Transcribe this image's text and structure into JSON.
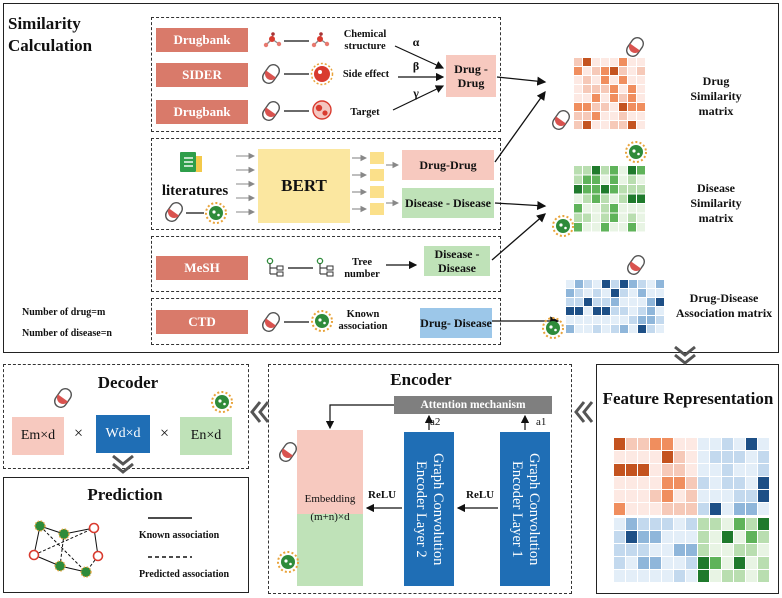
{
  "similarity": {
    "title": "Similarity Calculation",
    "drugbank1": "Drugbank",
    "sider": "SIDER",
    "drugbank2": "Drugbank",
    "chemical_structure": "Chemical structure",
    "side_effect": "Side effect",
    "target": "Target",
    "alpha": "α",
    "beta": "β",
    "gamma": "γ",
    "drug_drug": "Drug -Drug",
    "literatures": "literatures",
    "bert": "BERT",
    "bert_drug_drug": "Drug-Drug",
    "bert_disease_disease": "Disease - Disease",
    "mesh": "MeSH",
    "tree_number": "Tree number",
    "mesh_disease_disease": "Disease -Disease",
    "ctd": "CTD",
    "known_association": "Known association",
    "ctd_drug_disease": "Drug- Disease",
    "num_drug": "Number of drug=m",
    "num_disease": "Number of disease=n"
  },
  "matrices": {
    "drug_title": "Drug Similarity matrix",
    "disease_title": "Disease Similarity matrix",
    "assoc_title": "Drug-Disease Association matrix"
  },
  "decoder": {
    "title": "Decoder",
    "e_md": "Em×d",
    "w_dd": "Wd×d",
    "e_nd": "En×d",
    "times": "×"
  },
  "prediction": {
    "title": "Prediction",
    "known": "Known association",
    "predicted": "Predicted association"
  },
  "encoder": {
    "title": "Encoder",
    "attention": "Attention mechanism",
    "a1": "a1",
    "a2": "a2",
    "layer1": "Graph Convolution Encoder Layer 1",
    "layer2": "Graph Convolution Encoder Layer 2",
    "relu1": "ReLU",
    "relu2": "ReLU",
    "embedding": "Embedding",
    "embedding_dim": "(m+n)×d"
  },
  "feature": {
    "title": "Feature Representation"
  },
  "colors": {
    "source_box": "#d97a6a",
    "pink": "#f7c9bf",
    "green": "#bfe2b8",
    "blue_box": "#9cc7e9",
    "gcn_blue": "#1f6eb5",
    "bert_yellow": "#fbe7a0",
    "attention_gray": "#7f7f7f"
  }
}
